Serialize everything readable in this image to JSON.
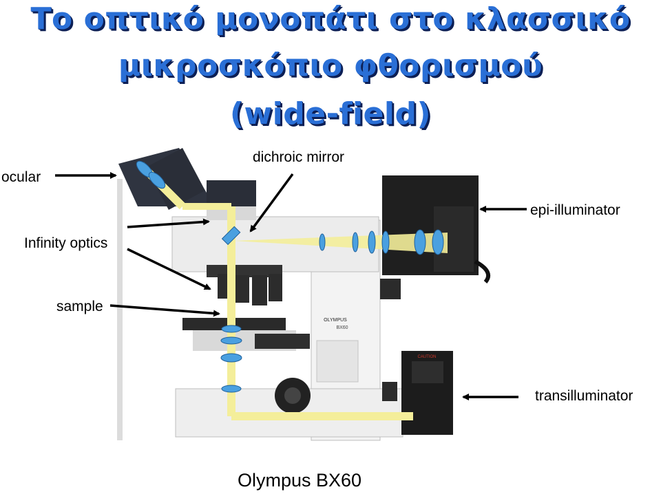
{
  "title": {
    "line1": "Το οπτικό μονοπάτι στο κλασσικό",
    "line2": "μικροσκόπιο φθορισμού",
    "line3": "(wide-field)"
  },
  "labels": {
    "ocular": "ocular",
    "dichroic_mirror": "dichroic mirror",
    "epi_illuminator": "epi-illuminator",
    "infinity_optics": "Infinity optics",
    "sample": "sample",
    "transilluminator": "transilluminator"
  },
  "device_marks": {
    "brand": "OLYMPUS",
    "model": "BX60",
    "caution": "CAUTION"
  },
  "caption": "Olympus BX60",
  "colors": {
    "title": "#2a6fd6",
    "title_shadow": "#0c1f55",
    "light_path": "#f4ee9a",
    "optics": "#4aa0e0"
  }
}
